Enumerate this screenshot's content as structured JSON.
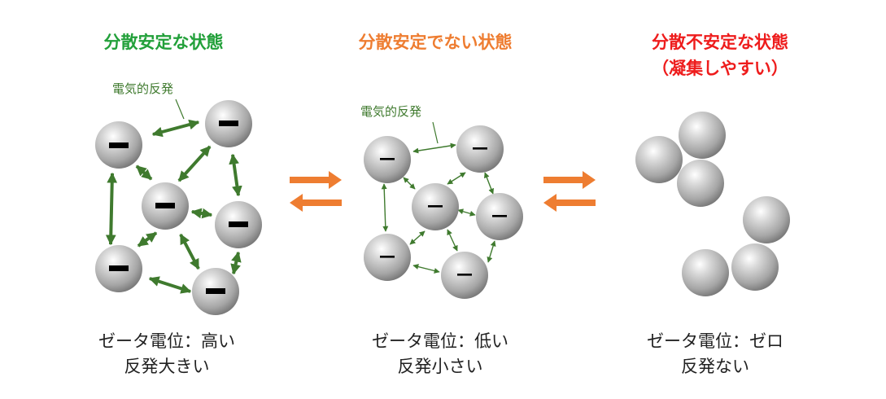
{
  "panels": {
    "stable": {
      "title": "分散安定な状態",
      "label": "電気的反発",
      "caption_line1": "ゼータ電位：高い",
      "caption_line2": "反発大きい",
      "charge_symbol": "−"
    },
    "unstable": {
      "title": "分散安定でない状態",
      "label": "電気的反発",
      "caption_line1": "ゼータ電位：低い",
      "caption_line2": "反発小さい",
      "charge_symbol": "−"
    },
    "aggregated": {
      "title_line1": "分散不安定な状態",
      "title_line2": "（凝集しやすい）",
      "caption_line1": "ゼータ電位：ゼロ",
      "caption_line2": "反発ない"
    }
  },
  "colors": {
    "stable_title": "#22a03a",
    "unstable_title": "#ee7d31",
    "aggregated_title": "#ee1c1c",
    "arrow_green": "#3f7a2e",
    "equilibrium_arrow": "#ee7d31"
  },
  "icons": [
    "equilibrium-arrows-icon",
    "repulsion-arrow-icon",
    "particle-icon"
  ]
}
